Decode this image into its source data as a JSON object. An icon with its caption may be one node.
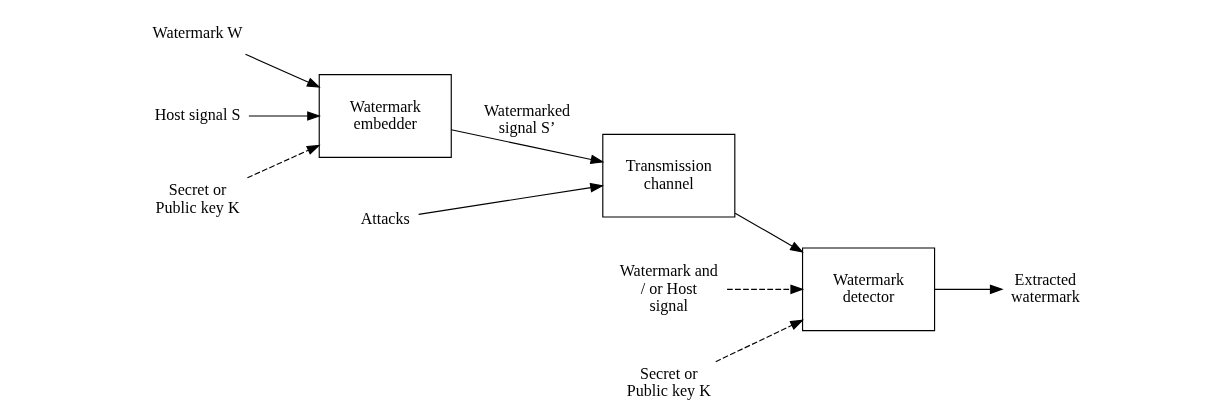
{
  "diagram": {
    "nodes": [
      {
        "text": [
          "Watermark W"
        ]
      },
      {
        "text": [
          "Watermark embedder"
        ]
      },
      {
        "text": [
          "Host signal S"
        ]
      },
      {
        "text": [
          "Secret or Public key K"
        ]
      },
      {
        "text": [
          "Transmission channel"
        ]
      },
      {
        "text": [
          "Attacks"
        ]
      },
      {
        "text": [
          "Watermark detector"
        ]
      },
      {
        "text": [
          "Watermark and / or Host signal"
        ]
      },
      {
        "text": [
          "Secret or Public key K"
        ]
      },
      {
        "text": [
          "Extracted watermark"
        ]
      }
    ],
    "edges": [
      {
        "from": 0,
        "to": 1,
        "arrow": "to"
      },
      {
        "from": 2,
        "to": 1,
        "arrow": "to"
      },
      {
        "from": 3,
        "to": 1,
        "arrow": "to",
        "style": "dashed"
      },
      {
        "from": 1,
        "to": 4,
        "arrow": "to",
        "label": "Watermarked signal S’"
      },
      {
        "from": 5,
        "to": 4,
        "arrow": "to"
      },
      {
        "from": 4,
        "to": 6,
        "arrow": "to"
      },
      {
        "from": 7,
        "to": 6,
        "arrow": "to",
        "style": "dashed"
      },
      {
        "from": 8,
        "to": 6,
        "arrow": "to",
        "style": "dashed"
      },
      {
        "from": 6,
        "to": 9,
        "arrow": "to"
      }
    ]
  }
}
